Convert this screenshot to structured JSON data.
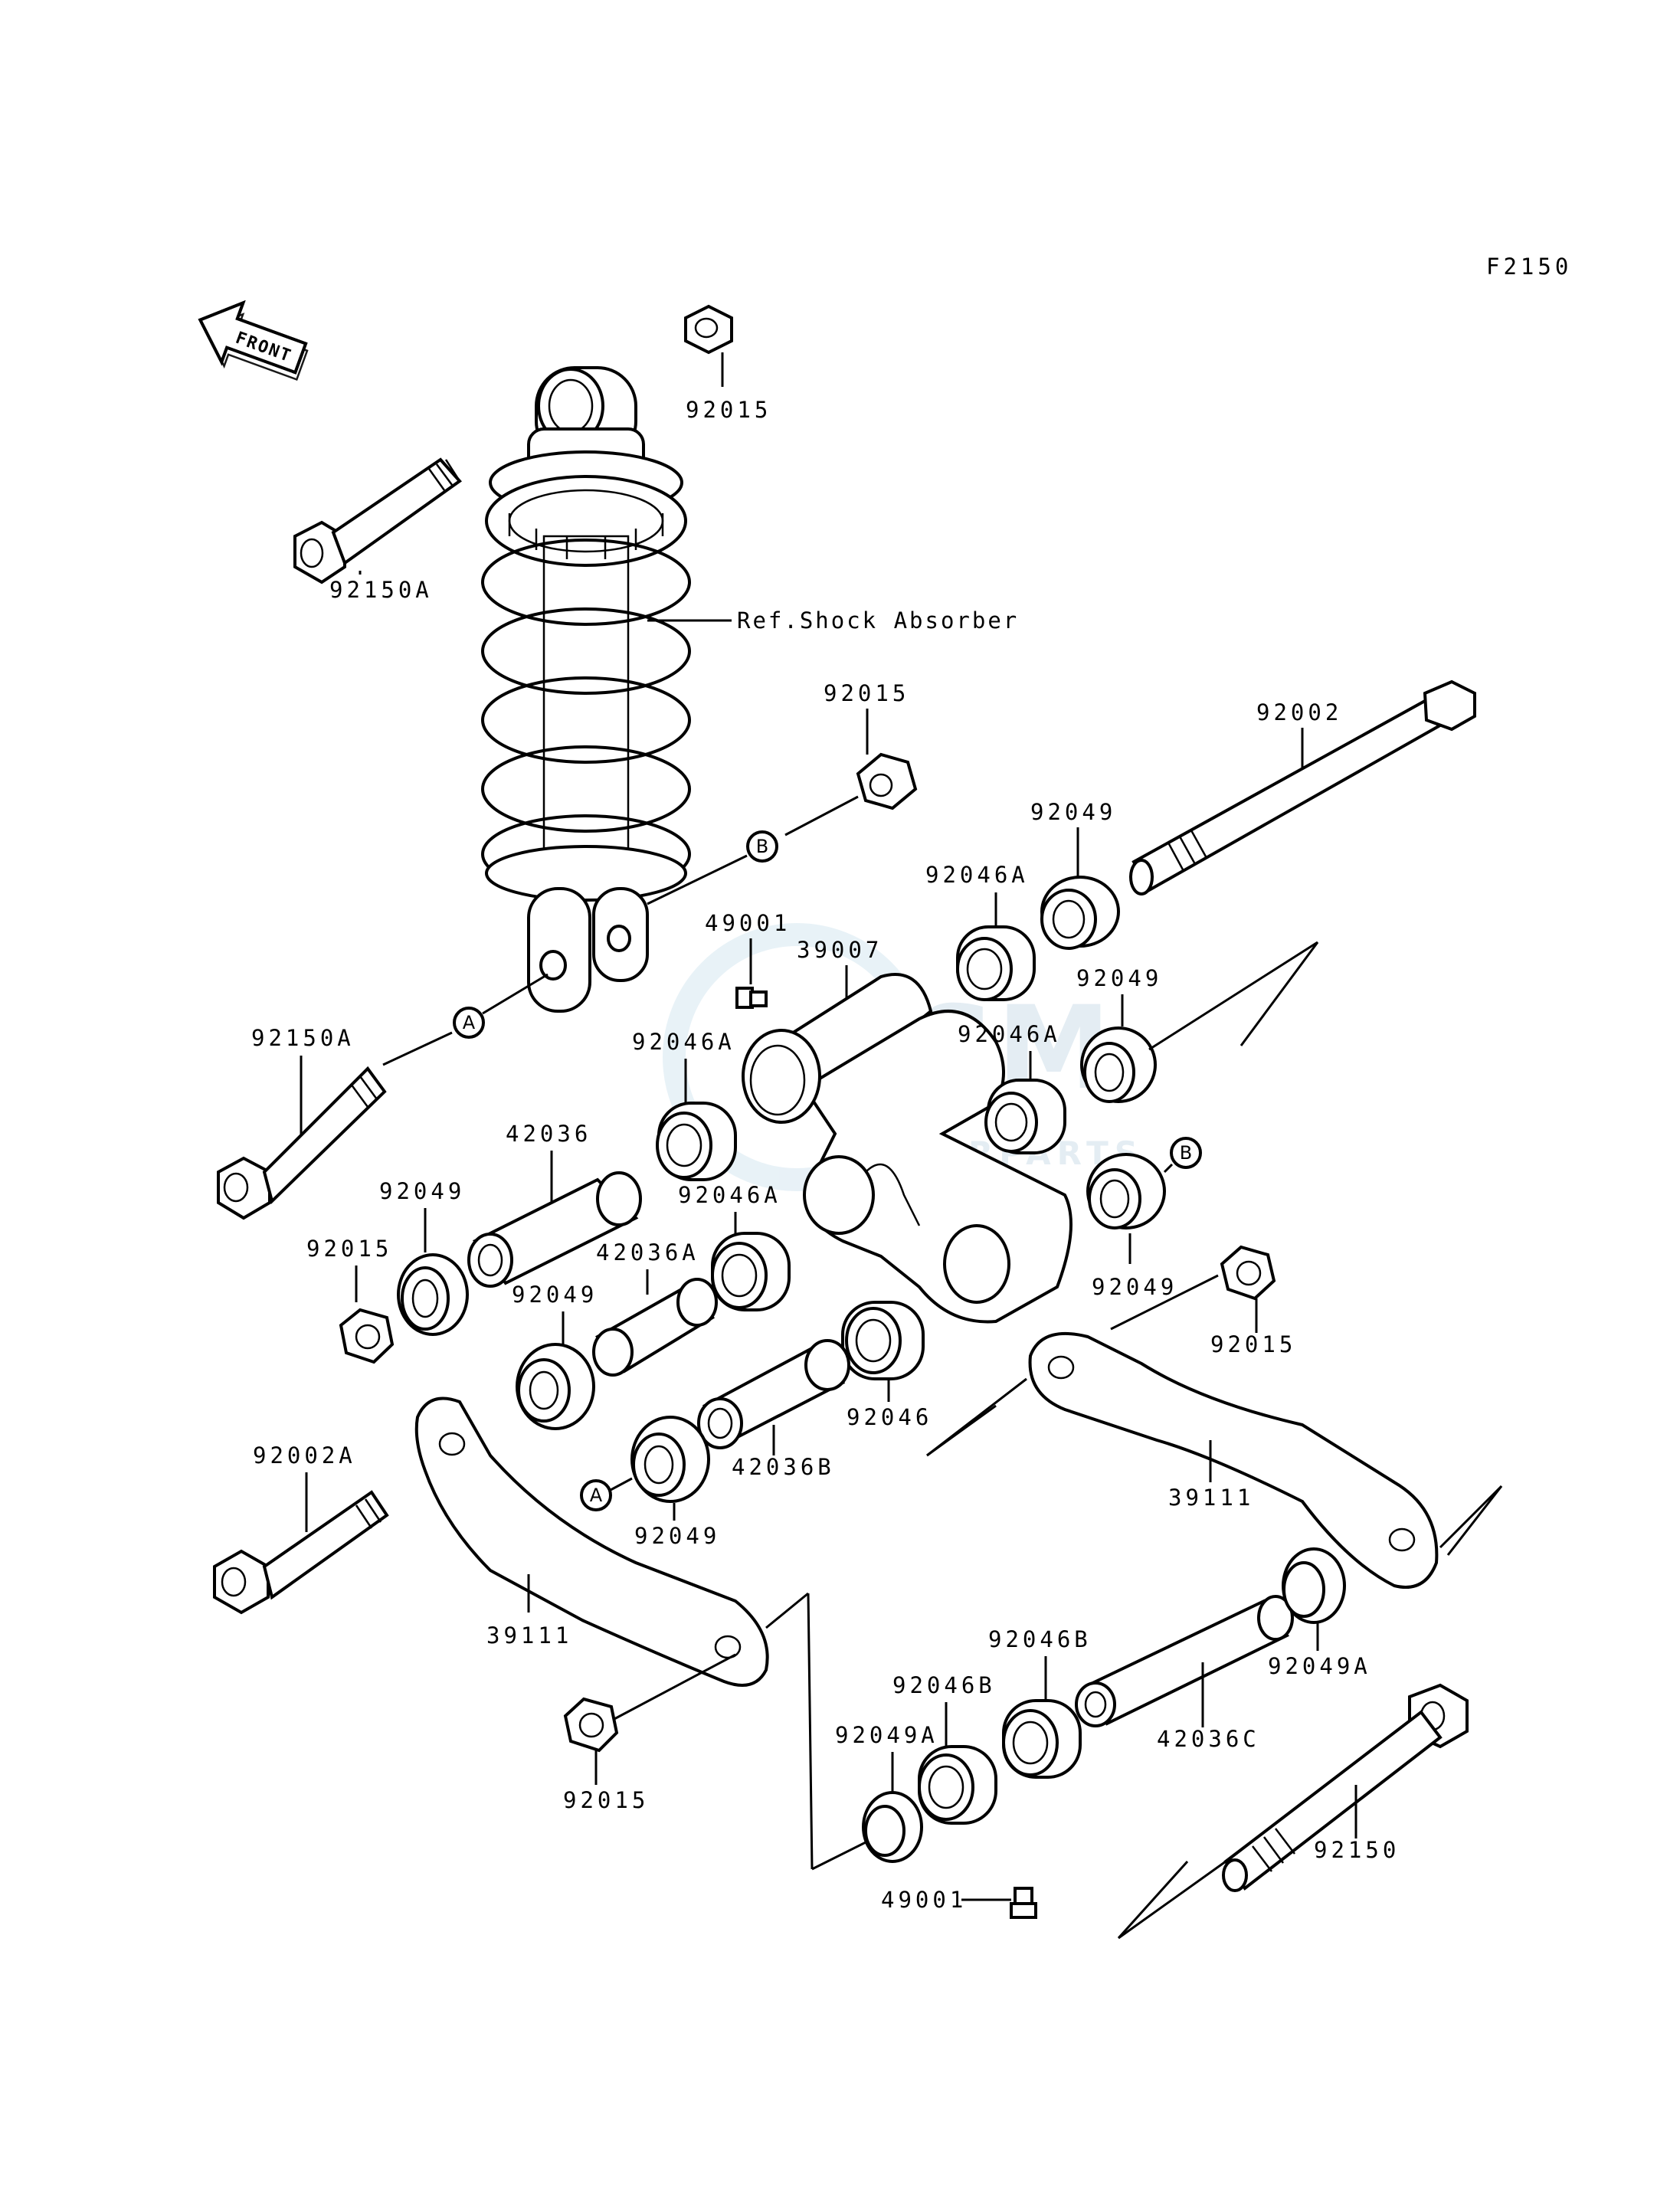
{
  "figure_code": "F2150",
  "front_label": "FRONT",
  "ref_label": "Ref.Shock Absorber",
  "watermark": {
    "text": "MOTORPARTS",
    "color": "#9ec3d8"
  },
  "markers": {
    "a": "A",
    "b": "B"
  },
  "labels": {
    "p92015_top": "92015",
    "p92150A_top": "92150A",
    "p92015_mid": "92015",
    "p92002": "92002",
    "p92049_1": "92049",
    "p92046A_1": "92046A",
    "p49001_top": "49001",
    "p39007": "39007",
    "p92049_2": "92049",
    "p92046A_2": "92046A",
    "p92046A_3": "92046A",
    "p92150A_left": "92150A",
    "p42036": "42036",
    "p92049_3": "92049",
    "p92046A_4": "92046A",
    "p92015_left": "92015",
    "p42036A": "42036A",
    "p92049_4": "92049",
    "p92049_5": "92049",
    "p92015_right": "92015",
    "p92046": "92046",
    "p42036B": "42036B",
    "p92002A": "92002A",
    "p92049_6": "92049",
    "p39111_right": "39111",
    "p39111_left": "39111",
    "p92046B_1": "92046B",
    "p92046B_2": "92046B",
    "p92049A_right": "92049A",
    "p42036C": "42036C",
    "p92049A_left": "92049A",
    "p92015_bottom": "92015",
    "p92150": "92150",
    "p49001_bottom": "49001"
  }
}
